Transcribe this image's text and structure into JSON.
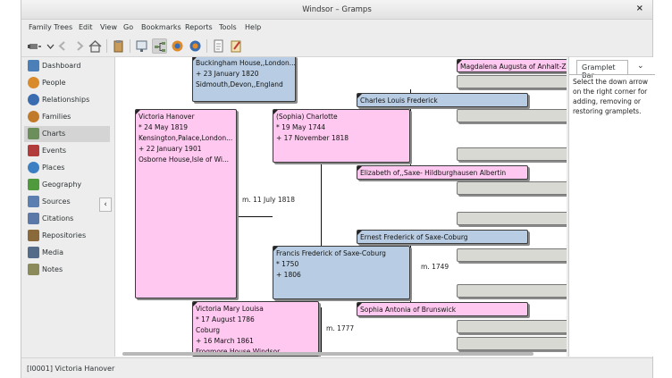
{
  "window": {
    "title": "Windsor – Gramps"
  },
  "menubar": [
    "Family Trees",
    "Edit",
    "View",
    "Go",
    "Bookmarks",
    "Reports",
    "Tools",
    "Help"
  ],
  "sidebar": {
    "active": "Charts",
    "items": [
      {
        "label": "Dashboard",
        "icon": "dashboard-icon",
        "color": "#4a7fb8"
      },
      {
        "label": "People",
        "icon": "people-icon",
        "color": "#d98a2b"
      },
      {
        "label": "Relationships",
        "icon": "relationships-icon",
        "color": "#3a6db0"
      },
      {
        "label": "Families",
        "icon": "families-icon",
        "color": "#c07a2a"
      },
      {
        "label": "Charts",
        "icon": "charts-icon",
        "color": "#6b8e5a"
      },
      {
        "label": "Events",
        "icon": "events-icon",
        "color": "#b23b3b"
      },
      {
        "label": "Places",
        "icon": "places-icon",
        "color": "#3c7fc2"
      },
      {
        "label": "Geography",
        "icon": "geography-icon",
        "color": "#4f9a3c"
      },
      {
        "label": "Sources",
        "icon": "sources-icon",
        "color": "#5a7fb0"
      },
      {
        "label": "Citations",
        "icon": "citations-icon",
        "color": "#5a78a8"
      },
      {
        "label": "Repositories",
        "icon": "repositories-icon",
        "color": "#8a6a3a"
      },
      {
        "label": "Media",
        "icon": "media-icon",
        "color": "#556b8a"
      },
      {
        "label": "Notes",
        "icon": "notes-icon",
        "color": "#8a8a5a"
      }
    ]
  },
  "chart": {
    "buckingham": {
      "line1": "Buckingham House,,London...",
      "line2": "+ 23 January 1820",
      "line3": "Sidmouth,Devon,,England"
    },
    "victoria": {
      "name": "Victoria Hanover",
      "l1": "* 24 May 1819",
      "l2": "Kensington,Palace,London...",
      "l3": "+ 22 January 1901",
      "l4": "Osborne House,Isle of Wi..."
    },
    "charlotte": {
      "name": "(Sophia) Charlotte",
      "l1": "* 19 May 1744",
      "l2": "+ 17 November 1818"
    },
    "francis": {
      "name": "Francis Frederick of Saxe-Coburg",
      "l1": "* 1750",
      "l2": "+ 1806"
    },
    "victoria_mary": {
      "name": "Victoria Mary Louisa",
      "l1": "* 17 August 1786",
      "l2": "Coburg",
      "l3": "+ 16 March 1861",
      "l4": "Frogmore House,Windsor..."
    },
    "magdalena": "Magdalena Augusta of Anhalt-Zerbst",
    "charles": "Charles Louis Frederick",
    "elizabeth": "Elizabeth of,,Saxe- Hildburghausen Albertin",
    "ernest": "Ernest Frederick of Saxe-Coburg",
    "sophia_antonia": "Sophia Antonia of Brunswick",
    "marriages": {
      "m1": "m. 11 July 1818",
      "m2": "m. 1749",
      "m3": "m. 1777"
    }
  },
  "gramplet": {
    "tab_label": "Gramplet Bar",
    "text": "Select the down arrow on the right corner for adding, removing or restoring gramplets."
  },
  "statusbar": {
    "text": "[I0001] Victoria Hanover"
  }
}
